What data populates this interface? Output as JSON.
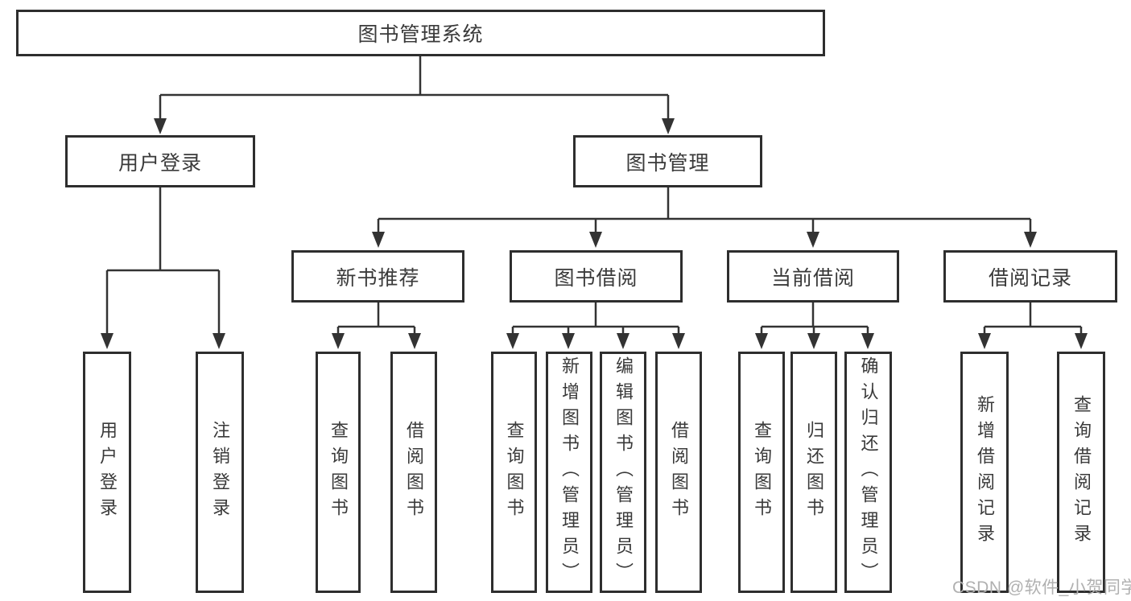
{
  "tree": {
    "root": {
      "label": "图书管理系统"
    },
    "children": [
      {
        "label": "用户登录",
        "children": [
          {
            "label": "用户登录"
          },
          {
            "label": "注销登录"
          }
        ]
      },
      {
        "label": "图书管理",
        "children": [
          {
            "label": "新书推荐",
            "children": [
              {
                "label": "查询图书"
              },
              {
                "label": "借阅图书"
              }
            ]
          },
          {
            "label": "图书借阅",
            "children": [
              {
                "label": "查询图书"
              },
              {
                "label": "新增图书（管理员）"
              },
              {
                "label": "编辑图书（管理员）"
              },
              {
                "label": "借阅图书"
              }
            ]
          },
          {
            "label": "当前借阅",
            "children": [
              {
                "label": "查询图书"
              },
              {
                "label": "归还图书"
              },
              {
                "label": "确认归还（管理员）"
              }
            ]
          },
          {
            "label": "借阅记录",
            "children": [
              {
                "label": "新增借阅记录"
              },
              {
                "label": "查询借阅记录"
              }
            ]
          }
        ]
      }
    ]
  },
  "watermark": "CSDN @软件_小贺同学",
  "colors": {
    "line": "#333333",
    "box_border": "#2e2e2e",
    "text": "#3a3a3a",
    "watermark": "#b0b0b0",
    "background": "#ffffff"
  }
}
